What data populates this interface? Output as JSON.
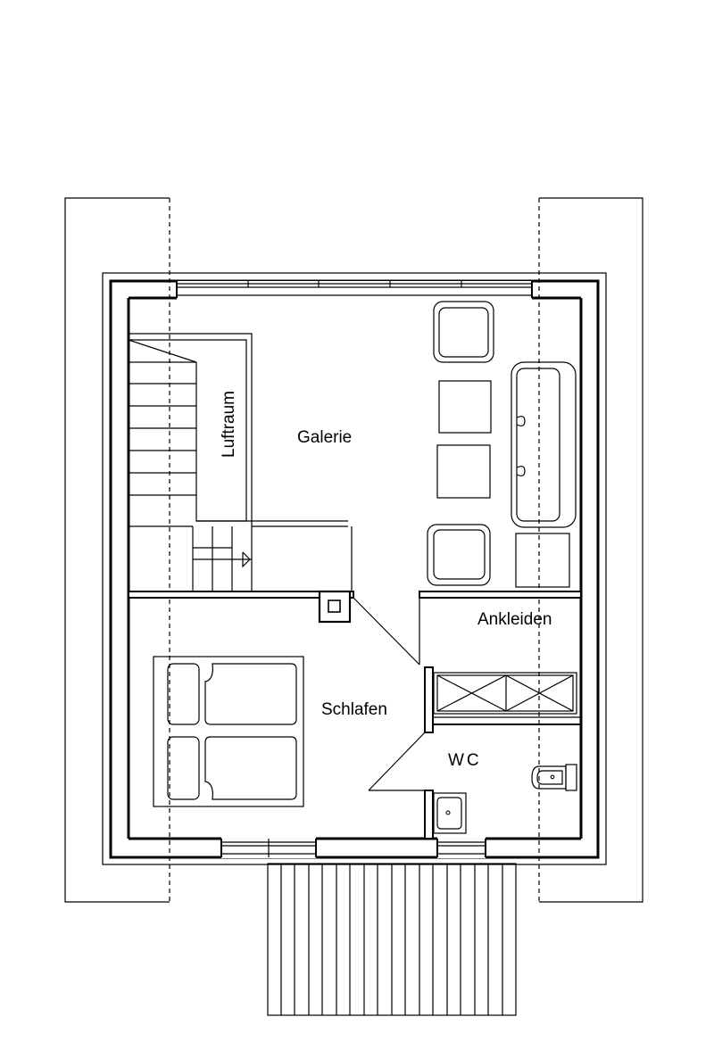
{
  "rooms": {
    "galerie": "Galerie",
    "luftraum": "Luftraum",
    "schlafen": "Schlafen",
    "ankleiden": "Ankleiden",
    "wc": "WC"
  }
}
